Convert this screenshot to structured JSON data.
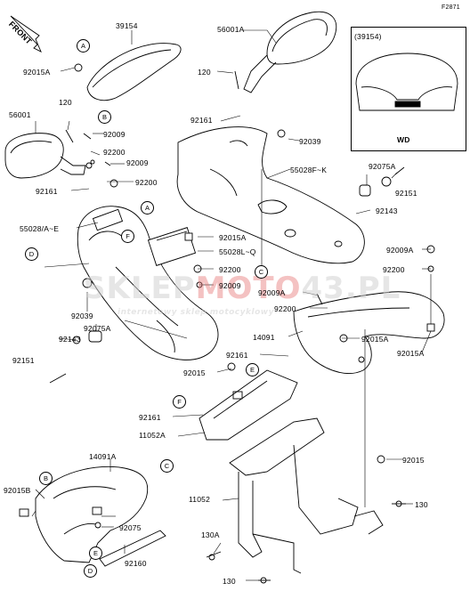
{
  "diagram_id": "F2871",
  "front_arrow": "FRONT",
  "inset": {
    "part": "(39154)",
    "caption": "WD"
  },
  "watermark": {
    "brand_a": "SKLEP",
    "brand_b": "MOTO",
    "brand_c": "43.PL",
    "tagline": "internetowy sklep motocyklowy"
  },
  "parts": {
    "p39154": "39154",
    "p56001A": "56001A",
    "p92015A_1": "92015A",
    "p120_1": "120",
    "p120_2": "120",
    "p56001": "56001",
    "p92009_1": "92009",
    "p92009_2": "92009",
    "p92200_1": "92200",
    "p92200_2": "92200",
    "p92161_1": "92161",
    "p92161_2": "92161",
    "p92039_1": "92039",
    "p55028FK": "55028F~K",
    "p92075A_1": "92075A",
    "p92151_1": "92151",
    "p92143_1": "92143",
    "p55028AE": "55028/A~E",
    "p92015A_2": "92015A",
    "p55028LQ": "55028L~Q",
    "p92009A_1": "92009A",
    "p92200_3": "92200",
    "p92009_3": "92009",
    "p92009A_2": "92009A",
    "p92200_4": "92200",
    "p92039_2": "92039",
    "p92143_2": "92143",
    "p92075A_2": "92075A",
    "p92151_2": "92151",
    "p14091": "14091",
    "p92015A_3": "92015A",
    "p92015A_4": "92015A",
    "p92161_3": "92161",
    "p92015_1": "92015",
    "p92161_4": "92161",
    "p11052A": "11052A",
    "p14091A": "14091A",
    "p92015_2": "92015",
    "p92015B": "92015B",
    "p11052": "11052",
    "p130_1": "130",
    "p92075": "92075",
    "p130A": "130A",
    "p92160": "92160",
    "p130_2": "130"
  },
  "refs": {
    "A1": "A",
    "B1": "B",
    "A2": "A",
    "F1": "F",
    "D1": "D",
    "C1": "C",
    "E1": "E",
    "F2": "F",
    "C2": "C",
    "B2": "B",
    "E2": "E",
    "D2": "D"
  }
}
